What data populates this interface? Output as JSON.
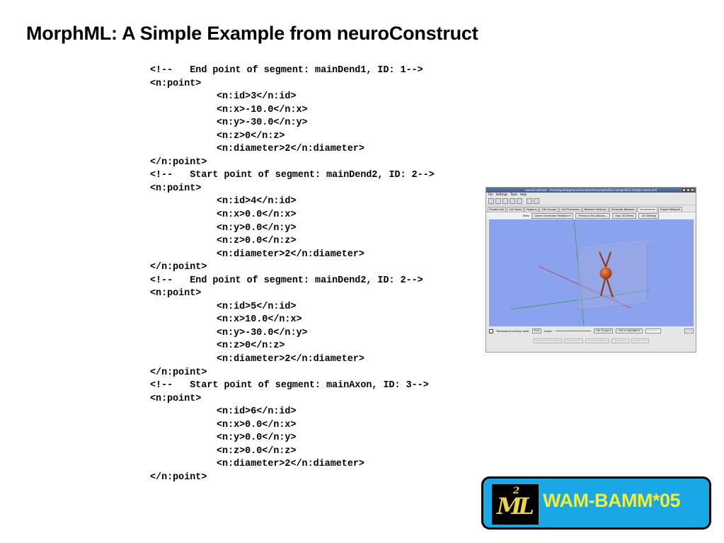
{
  "slide": {
    "title": "MorphML: A Simple Example from neuroConstruct"
  },
  "code_lines": [
    "<!--   End point of segment: mainDend1, ID: 1-->",
    "<n:point>",
    "<n:id>3</n:id>",
    "<n:x>-10.0</n:x>",
    "<n:y>-30.0</n:y>",
    "<n:z>0</n:z>",
    "<n:diameter>2</n:diameter>",
    "</n:point>",
    "<!--   Start point of segment: mainDend2, ID: 2-->",
    "<n:point>",
    "<n:id>4</n:id>",
    "<n:x>0.0</n:x>",
    "<n:y>0.0</n:y>",
    "<n:z>0.0</n:z>",
    "<n:diameter>2</n:diameter>",
    "</n:point>",
    "<!--   End point of segment: mainDend2, ID: 2-->",
    "<n:point>",
    "<n:id>5</n:id>",
    "<n:x>10.0</n:x>",
    "<n:y>-30.0</n:y>",
    "<n:z>0</n:z>",
    "<n:diameter>2</n:diameter>",
    "</n:point>",
    "<!--   Start point of segment: mainAxon, ID: 3-->",
    "<n:point>",
    "<n:id>6</n:id>",
    "<n:x>0.0</n:x>",
    "<n:y>0.0</n:y>",
    "<n:z>0.0</n:z>",
    "<n:diameter>2</n:diameter>",
    "</n:point>"
  ],
  "screenshot": {
    "window_title": "neuroConstruct - /home/padraig/neuroConstruct/examples/Ex1-Simple/Ex1-Simple.neuro.xml",
    "menus": [
      "File",
      "Settings",
      "Tools",
      "Help"
    ],
    "tabs": [
      "Project Info",
      "Cell Types",
      "Regions",
      "Cell Groups",
      "Cell Processes",
      "Network Settings",
      "Generate Network",
      "Visualisation",
      "Export Network"
    ],
    "active_tab": "Visualisation",
    "view_buttons": [
      "View:",
      "Latest Generated Positions ▾",
      "Previous Simulations...",
      "Stop 3D Demo",
      "3D Settings"
    ],
    "controls": {
      "transparent_label": "Transparent picking mode",
      "find_label": "Find",
      "zoom_label": "Zoom:",
      "cell_group": "Cell Group ▾",
      "cell_highlight": "Cell to highlight ▾",
      "segment_label": "Segment",
      "info_label": "Info"
    },
    "bottom_buttons": [
      "No simulation loaded",
      "Continue sim",
      "Pause simulation",
      "Stop replay",
      "Replay rate"
    ]
  },
  "logo": {
    "mark_text": "ML",
    "mark_small": "2",
    "label": "WAM-BAMM*05",
    "colors": {
      "background": "#1aa7e5",
      "label": "#f3ef38",
      "mark": "#f0d34a"
    }
  }
}
